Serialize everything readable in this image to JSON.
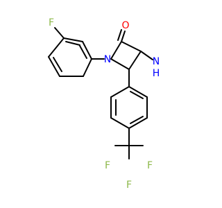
{
  "colors": {
    "bond": "#000000",
    "fluorine": "#8DB84A",
    "nitrogen": "#0000FF",
    "oxygen": "#FF0000"
  },
  "atoms": {
    "f_top": "F",
    "o": "O",
    "n_ring": "N",
    "nh2_n": "N",
    "nh2_h": "H",
    "f_cf3_left": "F",
    "f_cf3_right": "F",
    "f_cf3_bottom": "F"
  }
}
